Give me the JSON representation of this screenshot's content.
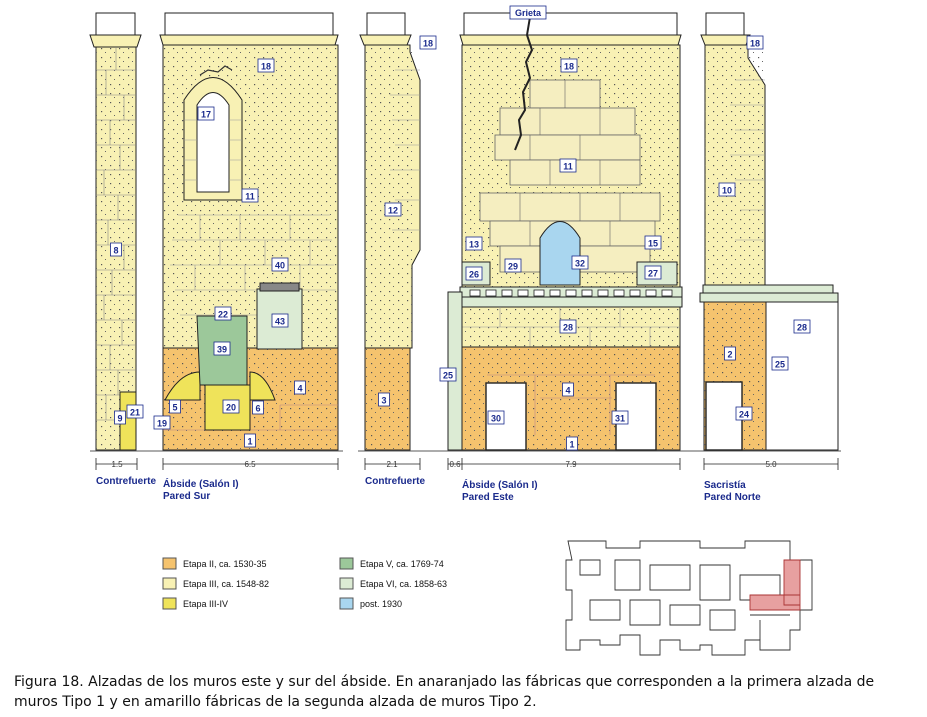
{
  "walls": [
    {
      "title": "Contrefuerte",
      "subtitle": "",
      "width": "1.5"
    },
    {
      "title": "Ábside (Salón I)",
      "subtitle": "Pared Sur",
      "width": "6.5"
    },
    {
      "title": "Contrefuerte",
      "subtitle": "",
      "width": "2.1"
    },
    {
      "title": "Ábside (Salón I)",
      "subtitle": "Pared Este",
      "width": "7.9"
    },
    {
      "title": "Sacristía",
      "subtitle": "Pared Norte",
      "width": "5.0"
    }
  ],
  "dim_extra": "0.6",
  "crack_label": "Grieta",
  "tags": {
    "c1_8": "8",
    "c1_9": "9",
    "c1_21": "21",
    "s_18": "18",
    "s_17": "17",
    "s_11": "11",
    "s_40": "40",
    "s_22": "22",
    "s_43": "43",
    "s_39": "39",
    "s_4": "4",
    "s_5": "5",
    "s_19": "19",
    "s_20": "20",
    "s_6": "6",
    "s_1": "1",
    "c2_18": "18",
    "c2_12": "12",
    "c2_3": "3",
    "e_18": "18",
    "e_11": "11",
    "e_13": "13",
    "e_15": "15",
    "e_26": "26",
    "e_29": "29",
    "e_32": "32",
    "e_27": "27",
    "e_28": "28",
    "e_4": "4",
    "e_30": "30",
    "e_31": "31",
    "e_1": "1",
    "e_25": "25",
    "n_18": "18",
    "n_10": "10",
    "n_28": "28",
    "n_2": "2",
    "n_25": "25",
    "n_24": "24"
  },
  "legend": [
    {
      "label": "Etapa II, ca. 1530-35",
      "color": "#f5c36e"
    },
    {
      "label": "Etapa III, ca. 1548-82",
      "color": "#f8f1b4"
    },
    {
      "label": "Etapa III-IV",
      "color": "#efe35a"
    },
    {
      "label": "Etapa V, ca. 1769-74",
      "color": "#9cc89a"
    },
    {
      "label": "Etapa VI, ca. 1858-63",
      "color": "#dcebd4"
    },
    {
      "label": "post. 1930",
      "color": "#a9d6ef"
    }
  ],
  "caption": "Figura 18. Alzadas de los muros este y sur del ábside. En anaranjado las fábricas que corresponden a la primera alzada de muros Tipo 1 y en amarillo fábricas de la segunda alzada de muros Tipo 2.",
  "colors": {
    "tag_text": "#1a2a8c",
    "outline": "#222222",
    "label_blue": "#1a2a8c"
  }
}
